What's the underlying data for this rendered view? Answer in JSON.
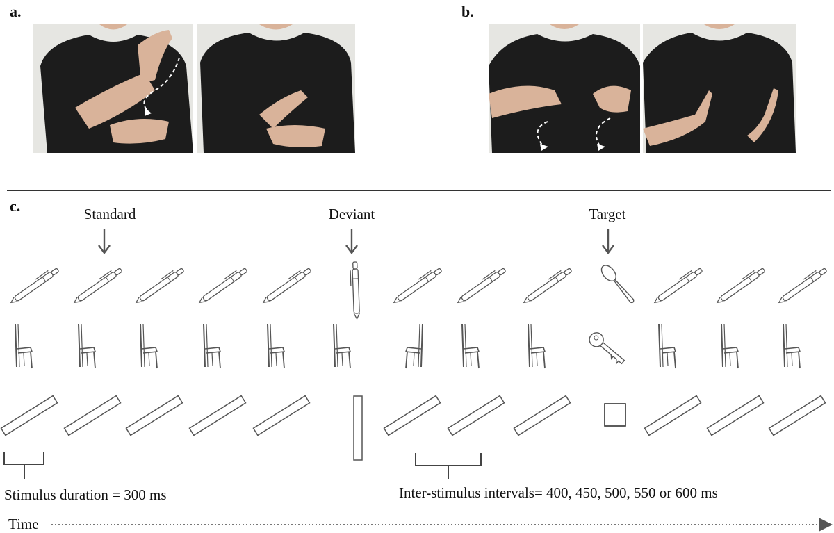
{
  "panels": {
    "a": "a.",
    "b": "b.",
    "c": "c."
  },
  "labels": {
    "standard": "Standard",
    "deviant": "Deviant",
    "target": "Target"
  },
  "captions": {
    "duration": "Stimulus duration = 300 ms",
    "isi": "Inter-stimulus intervals= 400, 450, 500, 550 or 600 ms",
    "time": "Time"
  },
  "sequence": {
    "row1": [
      "pen",
      "pen",
      "pen",
      "pen",
      "pen",
      "pen-upright",
      "pen",
      "pen",
      "pen",
      "spoon",
      "pen",
      "pen",
      "pen"
    ],
    "row2": [
      "chair",
      "chair",
      "chair",
      "chair",
      "chair",
      "chair",
      "chair-rotated",
      "chair",
      "chair",
      "key",
      "chair",
      "chair",
      "chair"
    ],
    "row3": [
      "bar",
      "bar",
      "bar",
      "bar",
      "bar",
      "bar-vertical",
      "bar",
      "bar",
      "bar",
      "square",
      "bar",
      "bar",
      "bar"
    ]
  },
  "colors": {
    "shirt": "#1c1c1c",
    "skin": "#d9b39a",
    "wall": "#e6e6e2",
    "line": "#555555",
    "arrow": "#555555"
  }
}
